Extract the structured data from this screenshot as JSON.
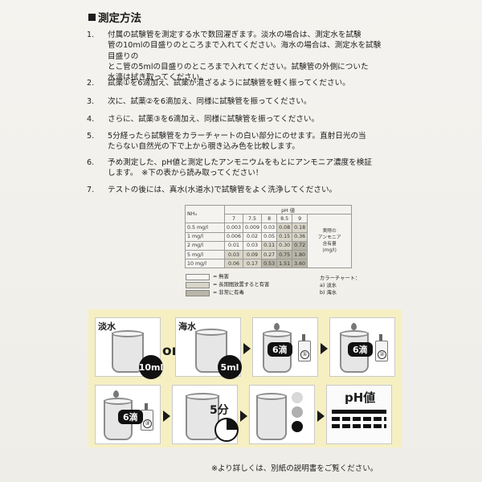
{
  "heading": "測定方法",
  "steps": [
    {
      "num": "1.",
      "text": "付属の試験管を測定する水で数回濯ぎます。淡水の場合は、測定水を試験\n管の10mlの目盛りのところまで入れてください。海水の場合は、測定水を試験目盛りの\nとこ管の5mlの目盛りのところまで入れてください。試験管の外側についた\n水滴は拭き取ってください。"
    },
    {
      "num": "2.",
      "text": "試薬①を6滴加え、試薬が混ざるように試験管を軽く振ってください。"
    },
    {
      "num": "3.",
      "text": "次に、試薬②を6滴加え、同様に試験管を振ってください。"
    },
    {
      "num": "4.",
      "text": "さらに、試薬③を6滴加え、同様に試験管を振ってください。"
    },
    {
      "num": "5.",
      "text": "5分経ったら試験管をカラーチャートの白い部分にのせます。直射日光の当\nたらない自然光の下で上から覗き込み色を比較します。"
    },
    {
      "num": "6.",
      "text": "予め測定した、pH値と測定したアンモニウムをもとにアンモニア濃度を検証\nします。　※下の表から読み取ってください！"
    },
    {
      "num": "7.",
      "text": "テストの後には、真水(水道水)で試験管をよく洗浄してください。"
    }
  ],
  "table": {
    "corner": "NH₄",
    "ph_header": "pH 値",
    "ph_values": [
      "7",
      "7.5",
      "8",
      "8.5",
      "9"
    ],
    "side_label": "実際の\nアンモニア\n含有量\n(mg/l)",
    "rows": [
      {
        "label": "0.5 mg/l",
        "cells": [
          "0.003",
          "0.009",
          "0.03",
          "0.08",
          "0.18"
        ],
        "levels": [
          0,
          0,
          0,
          1,
          1
        ]
      },
      {
        "label": "1 mg/l",
        "cells": [
          "0.006",
          "0.02",
          "0.05",
          "0.15",
          "0.36"
        ],
        "levels": [
          0,
          0,
          0,
          1,
          1
        ]
      },
      {
        "label": "2 mg/l",
        "cells": [
          "0.01",
          "0.03",
          "0.11",
          "0.30",
          "0.72"
        ],
        "levels": [
          0,
          0,
          1,
          1,
          2
        ]
      },
      {
        "label": "5 mg/l",
        "cells": [
          "0.03",
          "0.09",
          "0.27",
          "0.75",
          "1.80"
        ],
        "levels": [
          1,
          1,
          1,
          2,
          2
        ]
      },
      {
        "label": "10 mg/l",
        "cells": [
          "0.06",
          "0.17",
          "0.53",
          "1.51",
          "3.60"
        ],
        "levels": [
          1,
          1,
          2,
          2,
          2
        ]
      }
    ]
  },
  "legend": [
    {
      "label": "= 無害",
      "color": "#f6f5f2"
    },
    {
      "label": "= 長期間放置すると有害",
      "color": "#d9d6c8"
    },
    {
      "label": "= 非常に有毒",
      "color": "#b9b6a7"
    }
  ],
  "color_chart_note": "カラーチャート：\na) 淡水\nb) 海水",
  "illustration": {
    "freshwater": "淡水",
    "or": "or",
    "seawater": "海水",
    "vol_10": "10ml",
    "vol_5": "5ml",
    "drops_6": "6滴",
    "reagent_1": "①",
    "reagent_2": "②",
    "reagent_3": "③",
    "wait": "5分",
    "ph_value": "pH値"
  },
  "footnote": "※より詳しくは、別紙の説明書をご覧ください。"
}
